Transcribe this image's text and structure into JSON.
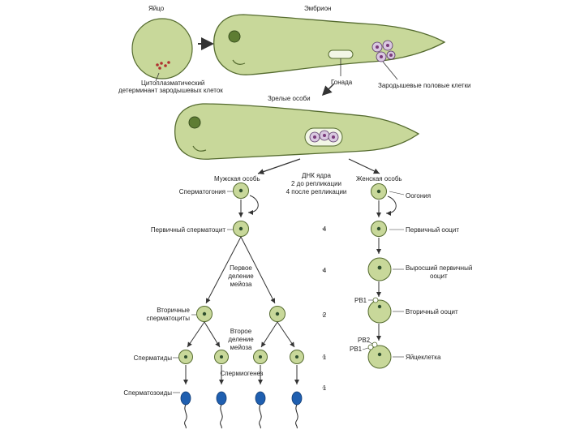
{
  "colors": {
    "cell_fill": "#c8d89a",
    "cell_stroke": "#556b2f",
    "nucleus_fill": "#5e7d33",
    "germ_granule": "#b03030",
    "sperm_head": "#1f5fb0",
    "arrow": "#333333"
  },
  "top": {
    "egg_label": "Яйцо",
    "embryo_label": "Эмбрион",
    "determinant_label_1": "Цитоплазматический",
    "determinant_label_2": "детерминант зародышевых клеток",
    "gonad_label": "Гонада",
    "germ_cells_label": "Зародышевые половые клетки",
    "adult_label": "Зрелые особи"
  },
  "columns": {
    "male_header": "Мужская особь",
    "dna_header_1": "ДНК ядра",
    "dna_header_2": "2 до репликации",
    "dna_header_3": "4 после репликации",
    "female_header": "Женская особь"
  },
  "male": {
    "spermatogonia": "Сперматогония",
    "primary": "Первичный сперматоцит",
    "meiosis1_1": "Первое",
    "meiosis1_2": "деление",
    "meiosis1_3": "мейоза",
    "secondary_1": "Вторичные",
    "secondary_2": "сперматоциты",
    "meiosis2_1": "Второе",
    "meiosis2_2": "деление",
    "meiosis2_3": "мейоза",
    "spermatids": "Сперматиды",
    "spermiogenesis": "Спермиогенез",
    "spermatozoa": "Сперматозоиды"
  },
  "dna_values": [
    "4",
    "4",
    "2",
    "1",
    "1"
  ],
  "female": {
    "oogonia": "Оогония",
    "primary": "Первичный ооцит",
    "grown_1": "Выросший первичный",
    "grown_2": "ооцит",
    "pb1": "PB1",
    "secondary": "Вторичный ооцит",
    "pb2": "PB2",
    "pb1b": "PB1",
    "egg": "Яйцеклетка"
  }
}
